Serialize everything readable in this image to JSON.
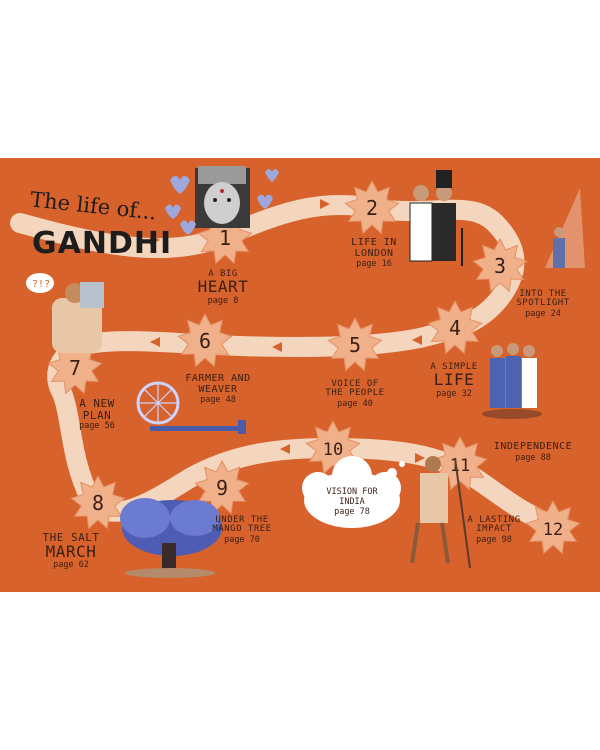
{
  "title": {
    "line": "The life of...",
    "name": "GANDHI"
  },
  "stops": [
    {
      "num": "1",
      "label_small": "A BIG",
      "label_big": "HEART",
      "page": "page 8"
    },
    {
      "num": "2",
      "label_small": "LIFE IN LONDON",
      "label_big": "",
      "page": "page 16"
    },
    {
      "num": "3",
      "label_small": "INTO THE SPOTLIGHT",
      "label_big": "",
      "page": "page 24"
    },
    {
      "num": "4",
      "label_small": "A SIMPLE",
      "label_big": "LIFE",
      "page": "page 32"
    },
    {
      "num": "5",
      "label_small": "VOICE OF THE PEOPLE",
      "label_big": "",
      "page": "page 40"
    },
    {
      "num": "6",
      "label_small": "FARMER AND WEAVER",
      "label_big": "",
      "page": "page 48"
    },
    {
      "num": "7",
      "label_small": "A NEW PLAN",
      "label_big": "",
      "page": "page 56"
    },
    {
      "num": "8",
      "label_small": "THE SALT",
      "label_big": "MARCH",
      "page": "page 62"
    },
    {
      "num": "9",
      "label_small": "UNDER THE MANGO TREE",
      "label_big": "",
      "page": "page 70"
    },
    {
      "num": "10",
      "label_small": "VISION FOR INDIA",
      "label_big": "",
      "page": "page 78"
    },
    {
      "num": "11",
      "label_small": "INDEPENDENCE",
      "label_big": "",
      "page": "page 88"
    },
    {
      "num": "12",
      "label_small": "A LASTING IMPACT",
      "label_big": "",
      "page": "page 98"
    }
  ],
  "colors": {
    "board": "#d7622b",
    "path": "#f3d6bd",
    "star": "#f0b08a",
    "ink": "#3a1f16"
  },
  "illustrations": [
    "young-gandhi-portrait",
    "heart-icons",
    "london-gentlemen",
    "spotlight-figure",
    "thinking-gandhi",
    "spinning-wheel",
    "three-men-group",
    "mango-tree",
    "walking-gandhi-with-staff",
    "thought-cloud"
  ]
}
